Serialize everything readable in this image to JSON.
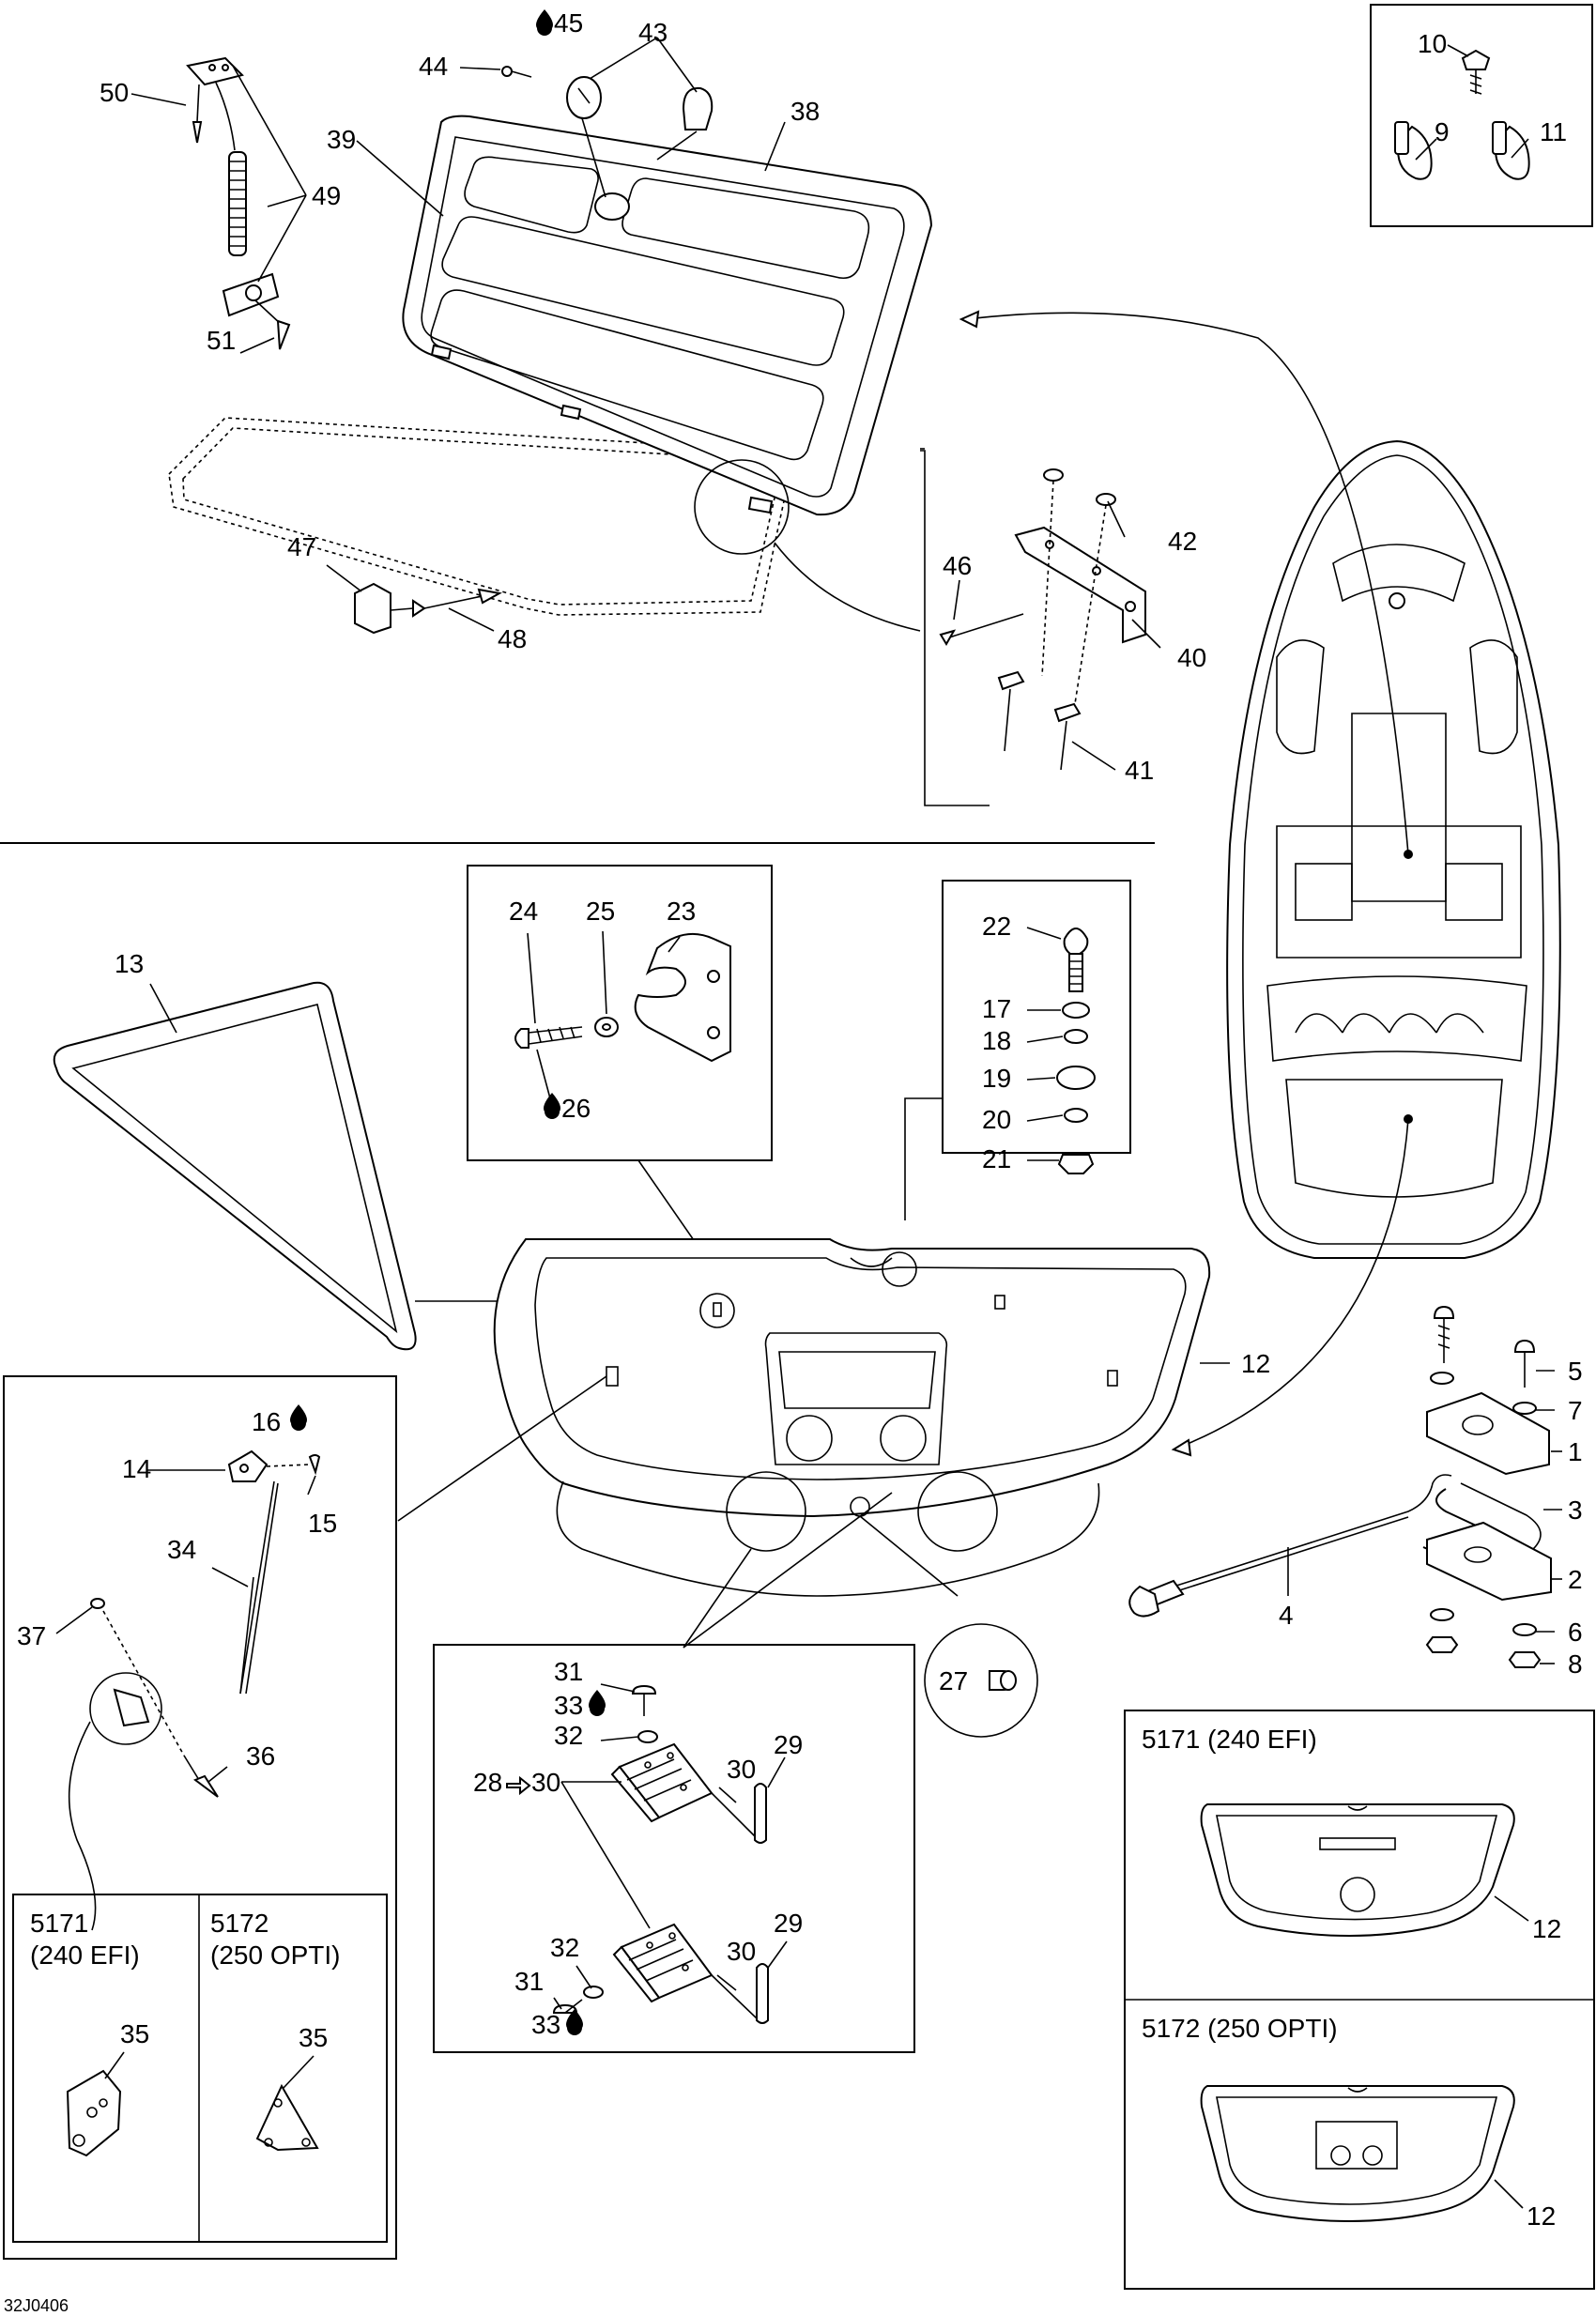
{
  "drawing_code": "32J0406",
  "variants": {
    "v5171": "5171 (240 EFI)",
    "v5172": "5172 (250 OPTI)",
    "v5171_code": "5171",
    "v5171_engine": "(240 EFI)",
    "v5172_code": "5172",
    "v5172_engine": "(250 OPTI)"
  },
  "callouts": {
    "c1": "1",
    "c2": "2",
    "c3": "3",
    "c4": "4",
    "c5": "5",
    "c6": "6",
    "c7": "7",
    "c8": "8",
    "c9": "9",
    "c10": "10",
    "c11": "11",
    "c12": "12",
    "c13": "13",
    "c14": "14",
    "c15": "15",
    "c16": "16",
    "c17": "17",
    "c18": "18",
    "c19": "19",
    "c20": "20",
    "c21": "21",
    "c22": "22",
    "c23": "23",
    "c24": "24",
    "c25": "25",
    "c26": "26",
    "c27": "27",
    "c28": "28",
    "c29": "29",
    "c30": "30",
    "c31": "31",
    "c32": "32",
    "c33": "33",
    "c34": "34",
    "c35": "35",
    "c36": "36",
    "c37": "37",
    "c38": "38",
    "c39": "39",
    "c40": "40",
    "c41": "41",
    "c42": "42",
    "c43": "43",
    "c44": "44",
    "c45": "45",
    "c46": "46",
    "c47": "47",
    "c48": "48",
    "c49": "49",
    "c50": "50",
    "c51": "51"
  },
  "icons": {
    "drop": "thread-locker-drop-icon",
    "arrow": "right-arrow-icon"
  }
}
